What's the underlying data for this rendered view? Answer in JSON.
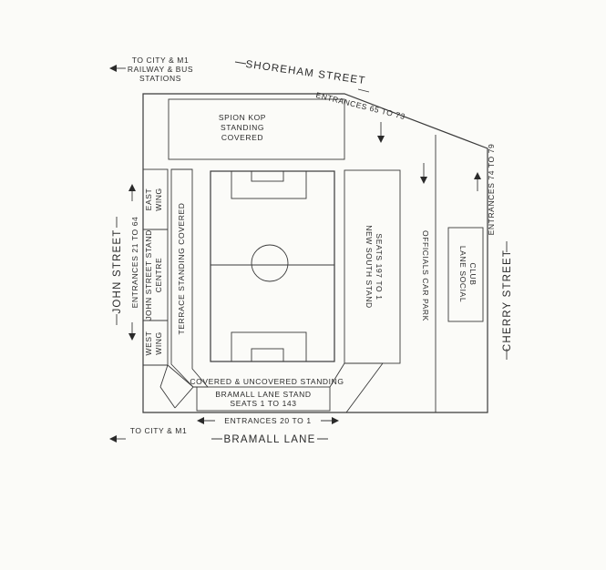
{
  "streets": {
    "north": "SHOREHAM STREET",
    "west": "JOHN STREET",
    "east": "CHERRY STREET",
    "south": "BRAMALL LANE"
  },
  "directions": {
    "top_left_line1": "TO CITY & M1",
    "top_left_line2": "RAILWAY & BUS",
    "top_left_line3": "STATIONS",
    "bottom_left": "TO CITY & M1"
  },
  "entrances": {
    "north": "ENTRANCES 65 TO 73",
    "east": "ENTRANCES 74 TO 79",
    "west": "ENTRANCES 21 TO 64",
    "south": "ENTRANCES 20 TO 1"
  },
  "areas": {
    "spion_kop_line1": "SPION KOP",
    "spion_kop_line2": "STANDING",
    "spion_kop_line3": "COVERED",
    "east_wing_line1": "EAST",
    "east_wing_line2": "WING",
    "john_street_stand_line1": "JOHN STREET STAND",
    "john_street_stand_line2": "CENTRE",
    "west_wing_line1": "WEST",
    "west_wing_line2": "WING",
    "terrace": "TERRACE STANDING COVERED",
    "new_south_stand_line1": "NEW SOUTH STAND",
    "new_south_stand_line2": "SEATS 197 TO 1",
    "officials_car_park": "OFFICIALS CAR PARK",
    "lane_social_club_line1": "LANE SOCIAL",
    "lane_social_club_line2": "CLUB",
    "covered_uncovered": "COVERED & UNCOVERED STANDING",
    "bramall_lane_stand_line1": "BRAMALL LANE STAND",
    "bramall_lane_stand_line2": "SEATS 1 TO 143"
  }
}
